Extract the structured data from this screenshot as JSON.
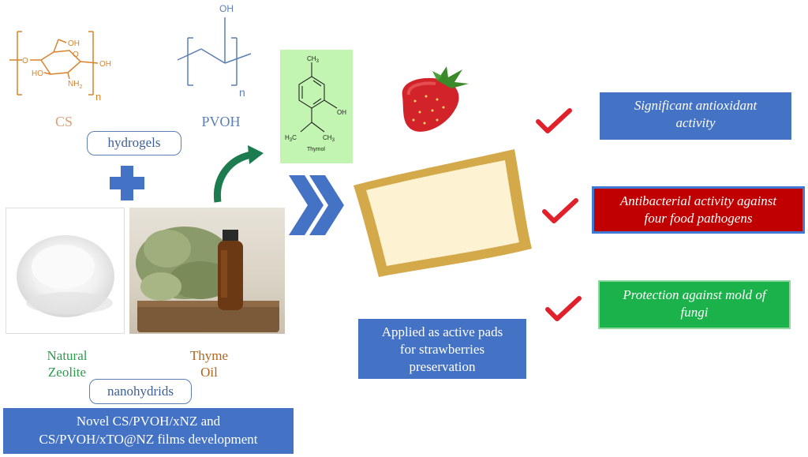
{
  "structures": {
    "cs": {
      "label": "CS",
      "substituents": {
        "oh_top": "OH",
        "oh_right": "OH",
        "ho_left": "HO",
        "nh2": "NH",
        "nh2_sub": "2",
        "ring_o": "O",
        "link_o": "O",
        "repeat": "n"
      }
    },
    "pvoh": {
      "label": "PVOH",
      "substituents": {
        "oh": "OH",
        "repeat": "n"
      }
    },
    "thymol": {
      "name": "Thymol",
      "substituents": {
        "ch3_top": "CH",
        "ch3_top_sub": "3",
        "oh": "OH",
        "h3c": "H",
        "h3c_sub": "3",
        "h3c_c": "C",
        "ch3_bottom": "CH",
        "ch3_bottom_sub": "3"
      }
    }
  },
  "pills": {
    "hydrogels": "hydrogels",
    "nanohydrids": "nanohydrids"
  },
  "materials": {
    "zeolite": {
      "line1": "Natural",
      "line2": "Zeolite"
    },
    "thyme": {
      "line1": "Thyme",
      "line2": "Oil"
    }
  },
  "boxes": {
    "development": {
      "line1": "Novel CS/PVOH/xNZ and",
      "line2": "CS/PVOH/xTO@NZ films development"
    },
    "applied": {
      "line1": "Applied as active pads",
      "line2": "for strawberries",
      "line3": "preservation"
    }
  },
  "results": [
    {
      "line1": "Significant antioxidant",
      "line2": "activity",
      "color": "#4472c4"
    },
    {
      "line1": "Antibacterial activity against",
      "line2": "four food pathogens",
      "color": "#c00000"
    },
    {
      "line1": "Protection against mold of",
      "line2": "fungi",
      "color": "#1cb24b"
    }
  ],
  "colors": {
    "plus": "#4472c4",
    "chevron": "#4472c4",
    "curved_arrow": "#1c7b4f",
    "checkmark": "#e0202a",
    "pad_border": "#d4a94a",
    "pad_fill": "#fdf3d2"
  },
  "icons": [
    "plus-icon",
    "curved-arrow-icon",
    "double-chevron-icon",
    "checkmark-icon",
    "strawberry-icon",
    "pad-icon"
  ]
}
